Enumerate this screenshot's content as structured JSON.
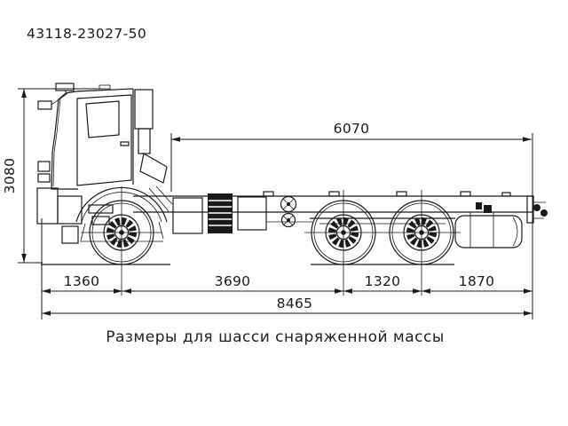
{
  "title": "43118-23027-50",
  "caption": "Размеры для шасси снаряженной массы",
  "dimensions": {
    "overall_height": "3080",
    "frame_length": "6070",
    "front_overhang": "1360",
    "wheelbase": "3690",
    "bogie_base": "1320",
    "rear_overhang": "1870",
    "overall_length": "8465"
  },
  "colors": {
    "line": "#1a1a1a",
    "background": "#ffffff"
  }
}
